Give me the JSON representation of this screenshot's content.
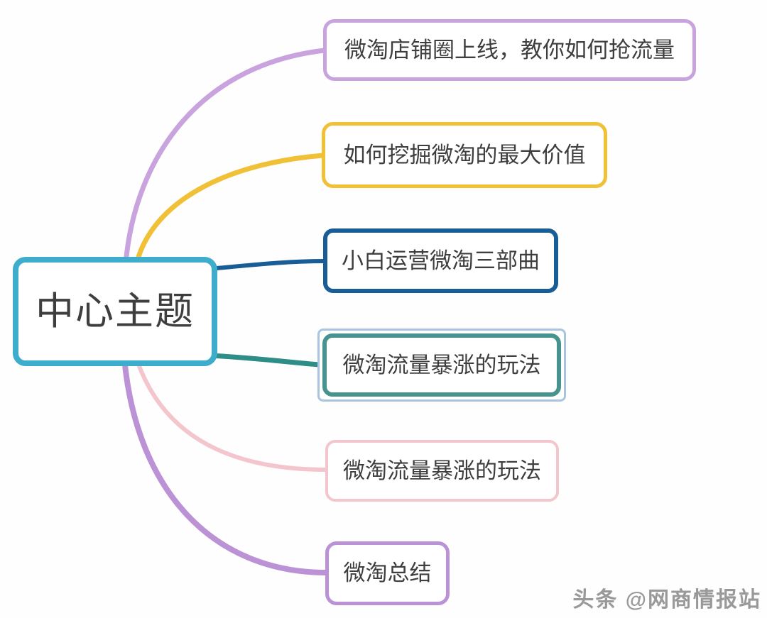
{
  "diagram": {
    "type": "mindmap",
    "central": {
      "label": "中心主题",
      "border_color": "#3eadcb",
      "text_color": "#3e3e3e"
    },
    "branches": [
      {
        "label": "微淘店铺圈上线，教你如何抢流量",
        "border_color": "#c8a3dd",
        "line_color": "#c8a3dd",
        "selected": false
      },
      {
        "label": "如何挖掘微淘的最大价值",
        "border_color": "#f0c137",
        "line_color": "#f0c137",
        "selected": false
      },
      {
        "label": "小白运营微淘三部曲",
        "border_color": "#195d97",
        "line_color": "#195d97",
        "selected": false
      },
      {
        "label": "微淘流量暴涨的玩法",
        "border_color": "#47948e",
        "line_color": "#2f8d88",
        "selected": true,
        "selection_color": "#a9c4df"
      },
      {
        "label": "微淘流量暴涨的玩法",
        "border_color": "#f3c5cd",
        "line_color": "#f3c5cd",
        "selected": false
      },
      {
        "label": "微淘总结",
        "border_color": "#bc92d7",
        "line_color": "#bc92d7",
        "selected": false
      }
    ]
  },
  "watermark": {
    "text": "头条 @网商情报站",
    "color": "#999999"
  }
}
